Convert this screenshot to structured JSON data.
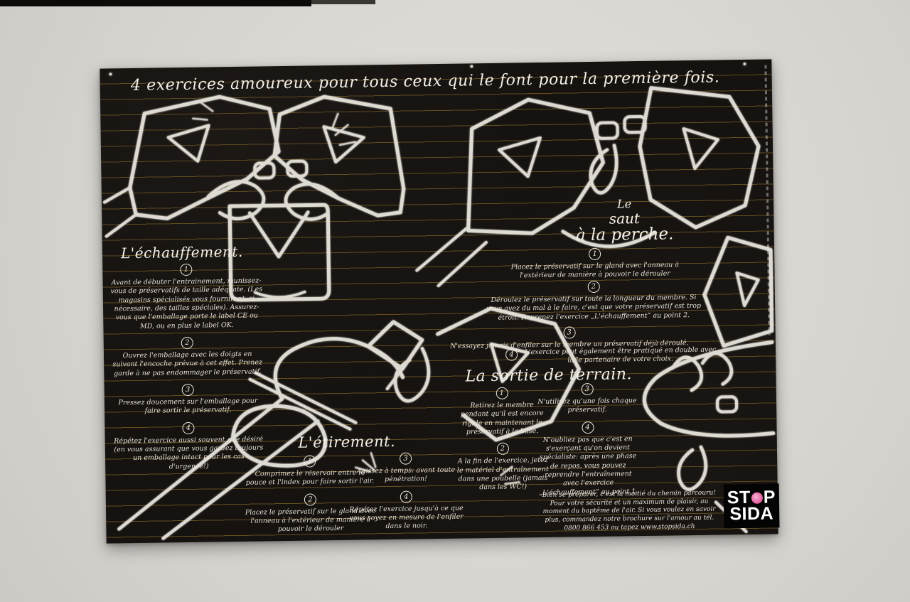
{
  "poster": {
    "title": "4 exercices amoureux pour tous ceux qui le font pour la première fois.",
    "sections": [
      {
        "id": "echauffement",
        "heading": "L'échauffement.",
        "items": [
          {
            "num": "1",
            "text": "Avant de débuter l'entrainement, munissez-vous de préservatifs de taille adéquate. (Les magasins spécialisés vous fourniront, si nécessaire, des tailles spéciales). Assurez-vous que l'emballage porte le label CE ou MD, ou en plus le label OK."
          },
          {
            "num": "2",
            "text": "Ouvrez l'emballage avec les doigts en suivant l'encoche prévue à cet effet. Prenez garde à ne pas endommager le préservatif."
          },
          {
            "num": "3",
            "text": "Pressez doucement sur l'emballage pour faire sortir le préservatif."
          },
          {
            "num": "4",
            "text": "Répétez l'exercice aussi souvent que désiré (en vous assurant que vous gardez toujours un emballage intact pour les cas d'urgence!)"
          }
        ]
      },
      {
        "id": "etirement",
        "heading": "L'étirement.",
        "items": [
          {
            "num": "1",
            "text": "Comprimez le réservoir entre le pouce et l'index pour faire sortir l'air."
          },
          {
            "num": "2",
            "text": "Placez le préservatif sur le gland avec l'anneau à l'extérieur de manière à pouvoir le dérouler"
          },
          {
            "num": "3",
            "text": "Agissez à temps: avant toute pénétration!"
          },
          {
            "num": "4",
            "text": "Répétez l'exercice jusqu'à ce que vous soyez en mesure de l'enfiler dans le noir."
          }
        ]
      },
      {
        "id": "saut-a-la-perche",
        "heading": "Le saut à la perche.",
        "heading_lines": [
          "Le",
          "saut",
          "à la perche."
        ],
        "items": [
          {
            "num": "1",
            "text": "Placez le préservatif sur le gland avec l'anneau à l'extérieur de manière à pouvoir le dérouler"
          },
          {
            "num": "2",
            "text": "Déroulez le préservatif sur toute la longueur du membre. Si vous avez du mal à le faire, c'est que votre préservatif est trop étroit. Reprenez l'exercice „L'échauffement” au point 2."
          },
          {
            "num": "3",
            "text": "N'essayez jamais d'enfiler sur le membre un préservatif déjà déroulé."
          },
          {
            "num": "4",
            "text": "L'exercice peut également être pratiqué en double avec la/le partenaire de votre choix."
          }
        ]
      },
      {
        "id": "sortie-de-terrain",
        "heading": "La sortie de terrain.",
        "items": [
          {
            "num": "1",
            "text": "Retirez le membre pendant qu'il est encore rigide en maintenant le préservatif à la base."
          },
          {
            "num": "2",
            "text": "A la fin de l'exercice, jetez le matériel d'entraînement dans une poubelle (jamais dans les WC!)"
          },
          {
            "num": "3",
            "text": "N'utilisez qu'une fois chaque préservatif."
          },
          {
            "num": "4",
            "text": "N'oubliez pas que c'est en s'exerçant qu'on devient spécialiste: après une phase de repos, vous pouvez reprendre l'entraînement avec l'exercice „L'échauffement” au point 1."
          }
        ]
      }
    ],
    "footer": "Bien se préparer, c'est la moitié du chemin parcouru! Pour votre sécurité et un maximum de plaisir, au moment du baptême de l'air. Si vous voulez en savoir plus, commandez notre brochure sur l'amour au tél. 0800 866 453 ou tapez www.stopsida.ch",
    "hotline": "0800 866 453",
    "website": "www.stopsida.ch",
    "logo": {
      "stop_prefix": "ST",
      "stop_suffix": "P",
      "line2": "SIDA",
      "dot_color": "#ea6aa6"
    },
    "colors": {
      "board": "#151210",
      "rule_line": "#a4802c",
      "chalk": "#efece4",
      "wall": "#d8d6d1",
      "logo_bg": "#050404"
    }
  }
}
